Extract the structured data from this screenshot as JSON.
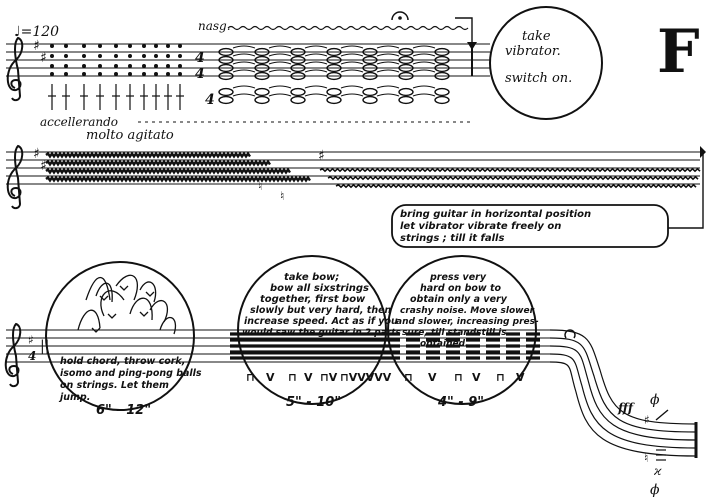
{
  "page": {
    "section_letter": "F"
  },
  "system1": {
    "tempo_mark": "♩=120",
    "nasg_label": "nasg.",
    "accel_label": "accellerando",
    "agitato_label": "molto agitato",
    "circle_instruction_line1": "take",
    "circle_instruction_line2": "vibrator.",
    "circle_instruction_line3": "switch on."
  },
  "system2": {
    "box_line1": "bring guitar in horizontal position",
    "box_line2": "let vibrator vibrate freely on",
    "box_line3": "strings ; till it falls"
  },
  "system3": {
    "circle1_text_line1": "hold chord, throw cork,",
    "circle1_text_line2": "isomo and ping-pong balls",
    "circle1_text_line3": "on strings. Let them",
    "circle1_text_line4": "jump.",
    "circle1_duration": "6\" - 12\"",
    "circle2_text_line1": "take bow;",
    "circle2_text_line2": "bow all sixstrings",
    "circle2_text_line3": "together, first bow",
    "circle2_text_line4": "slowly but very hard, then",
    "circle2_text_line5": "increase speed. Act as if you",
    "circle2_text_line6": "would saw the guitar in 2 parts",
    "circle2_duration": "5\" - 10\"",
    "circle3_text_line1": "press very",
    "circle3_text_line2": "hard on bow to",
    "circle3_text_line3": "obtain only a very",
    "circle3_text_line4": "crashy noise. Move slower",
    "circle3_text_line5": "and slower, increasing pres-",
    "circle3_text_line6": "sure, till standstill is",
    "circle3_text_line7": "obtained.",
    "circle3_duration": "4\" - 9\"",
    "dynamic_mark": "fff"
  }
}
